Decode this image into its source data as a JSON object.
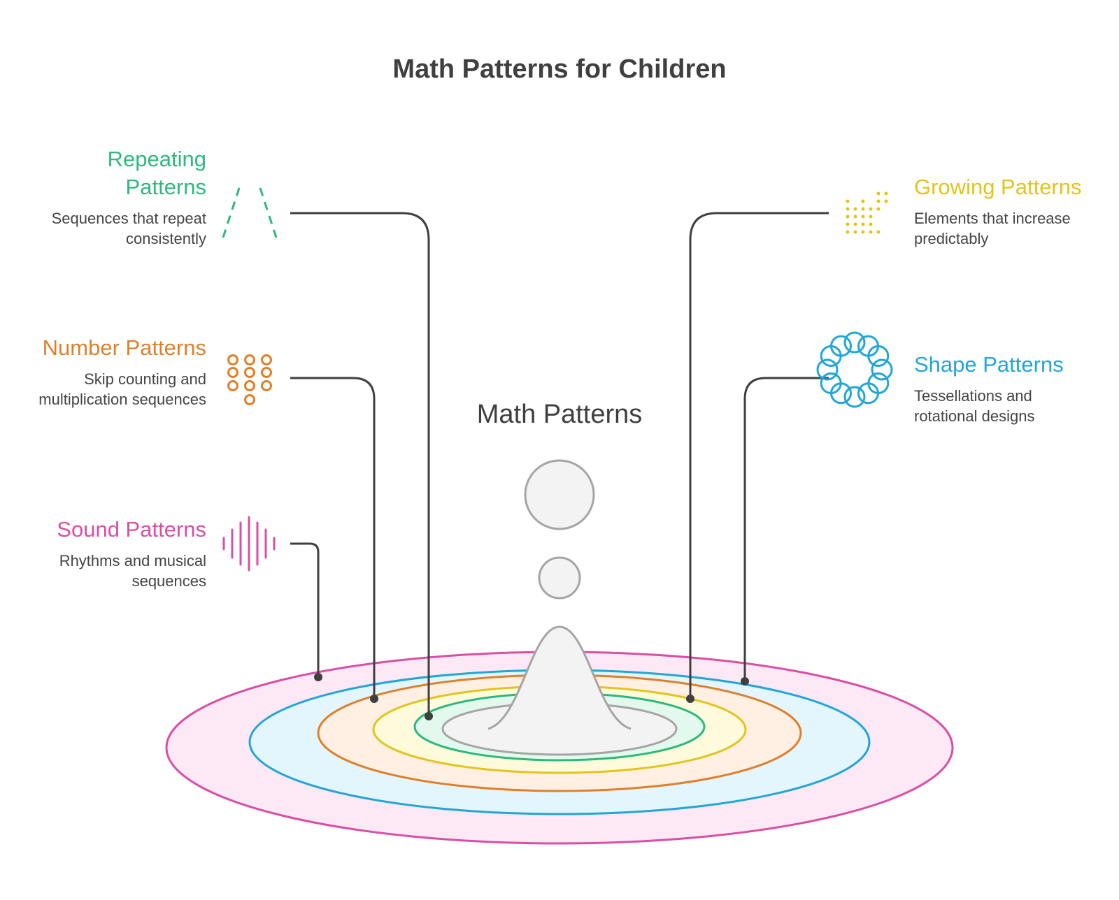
{
  "title": "Math Patterns for Children",
  "center_label": "Math Patterns",
  "colors": {
    "text": "#3f3f3f",
    "green": "#2db87c",
    "yellow": "#e2c51a",
    "orange": "#e07f2a",
    "blue": "#22a6d6",
    "pink": "#d84fa5",
    "gray": "#a5a5a5",
    "connector": "#3f3f3f"
  },
  "patterns": [
    {
      "id": "repeating",
      "heading": "Repeating Patterns",
      "description": "Sequences that repeat consistently",
      "color": "#2db87c",
      "icon": "dashed-chevron-icon"
    },
    {
      "id": "number",
      "heading": "Number Patterns",
      "description": "Skip counting and multiplication sequences",
      "color": "#e07f2a",
      "icon": "dot-grid-icon"
    },
    {
      "id": "sound",
      "heading": "Sound Patterns",
      "description": "Rhythms and musical sequences",
      "color": "#d84fa5",
      "icon": "sound-wave-icon"
    },
    {
      "id": "growing",
      "heading": "Growing Patterns",
      "description": "Elements that increase predictably",
      "color": "#e2c51a",
      "icon": "dot-staircase-icon"
    },
    {
      "id": "shape",
      "heading": "Shape Patterns",
      "description": "Tessellations and rotational designs",
      "color": "#22a6d6",
      "icon": "rosette-icon"
    }
  ]
}
